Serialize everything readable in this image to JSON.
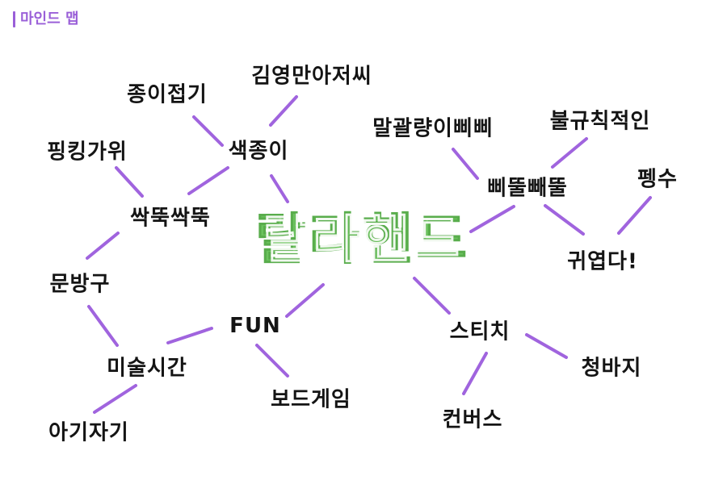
{
  "header": {
    "title": "마인드 맵",
    "accent_color": "#9a5fd8"
  },
  "center": {
    "label": "랄라핸드",
    "color": "#6cc35e"
  },
  "connector_color": "#a064de",
  "nodes": {
    "saekjongi": "색종이",
    "jongijeopgi": "종이접기",
    "kimyoung": "김영만아저씨",
    "ssakttuk": "싹뚝싹뚝",
    "pingking": "핑킹가위",
    "munbanggu": "문방구",
    "fun": "FUN",
    "misul": "미술시간",
    "agijagi": "아기자기",
    "boardgame": "보드게임",
    "ppittul": "삐뚤빼뚤",
    "malgwal": "말괄량이삐삐",
    "bulgyu": "불규칙적인",
    "gwiyeopda": "귀엽다!",
    "pyeongsu": "펭수",
    "stitch": "스티치",
    "cheongbaji": "청바지",
    "canvas": "컨버스"
  }
}
